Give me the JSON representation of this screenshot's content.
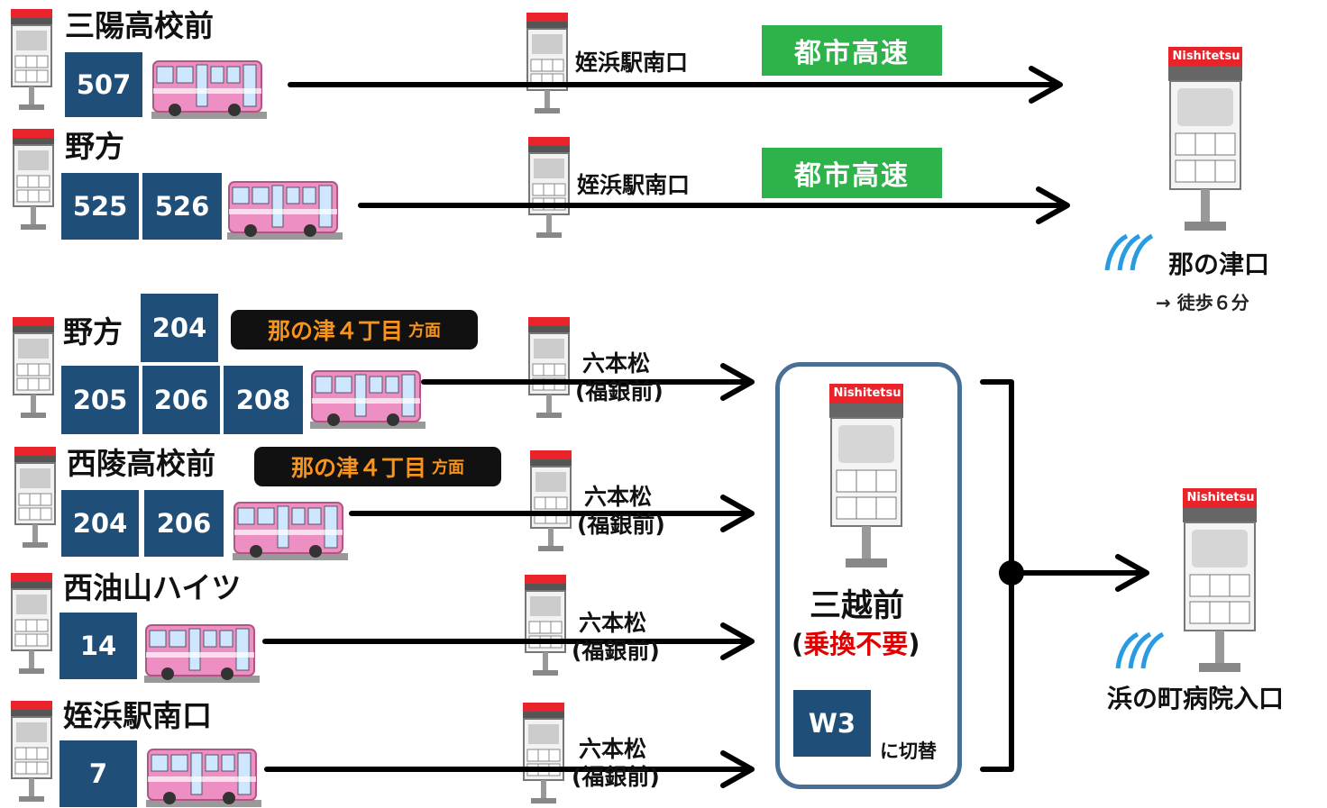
{
  "rows": [
    {
      "origin": "三陽高校前",
      "routes": [
        "507"
      ],
      "via": "姪浜駅南口",
      "express": "都市高速"
    },
    {
      "origin": "野方",
      "routes": [
        "525",
        "526"
      ],
      "via": "姪浜駅南口",
      "express": "都市高速"
    },
    {
      "origin": "野方",
      "routes": [
        "204",
        "205",
        "206",
        "208"
      ],
      "direction": "那の津４丁目",
      "direction_suffix": "方面",
      "via_line1": "六本松",
      "via_line2": "(福銀前)"
    },
    {
      "origin": "西陵高校前",
      "routes": [
        "204",
        "206"
      ],
      "direction": "那の津４丁目",
      "direction_suffix": "方面",
      "via_line1": "六本松",
      "via_line2": "(福銀前)"
    },
    {
      "origin": "西油山ハイツ",
      "routes": [
        "14"
      ],
      "via_line1": "六本松",
      "via_line2": "(福銀前)"
    },
    {
      "origin": "姪浜駅南口",
      "routes": [
        "7"
      ],
      "via_line1": "六本松",
      "via_line2": "(福銀前)"
    }
  ],
  "destinations": {
    "top": {
      "name": "那の津口",
      "walk": "→ 徒歩６分",
      "sign": "Nishitetsu"
    },
    "bottom": {
      "name": "浜の町病院入口",
      "sign": "Nishitetsu"
    }
  },
  "transfer": {
    "stop": "三越前",
    "note_open": "(",
    "note": "乗換不要",
    "note_close": ")",
    "route": "W3",
    "switch_text": "に切替",
    "sign": "Nishitetsu"
  },
  "small_sign": "Nishitetsu",
  "colors": {
    "route_box": "#1f4e79",
    "express": "#2eb24a",
    "direction_text": "#f7941d",
    "transfer_border": "#4a6f95",
    "bus_body": "#ee8fc3",
    "sign_red": "#e8232a"
  }
}
